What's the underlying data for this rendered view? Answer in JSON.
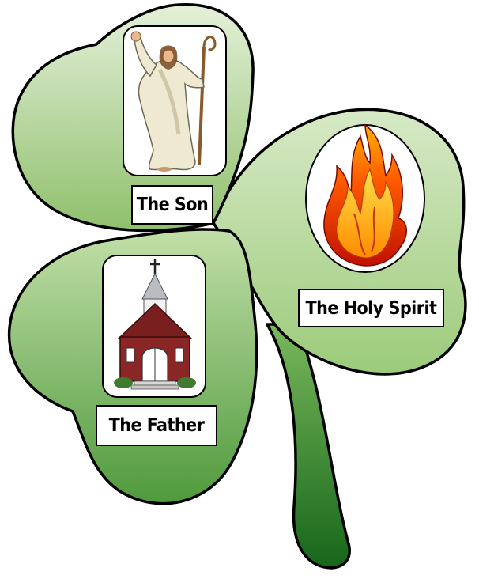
{
  "labels": {
    "son": "The Son",
    "holy_spirit": "The Holy Spirit",
    "father": "The Father"
  },
  "illustrations": {
    "son": "robed-figure-with-staff",
    "holy_spirit": "flame",
    "father": "church"
  },
  "colors": {
    "leaf_light": "#e2efd6",
    "leaf_mid": "#a6cf86",
    "leaf_dark": "#6aa84f",
    "stem_dark": "#1e6e1e",
    "outline": "#000000"
  }
}
